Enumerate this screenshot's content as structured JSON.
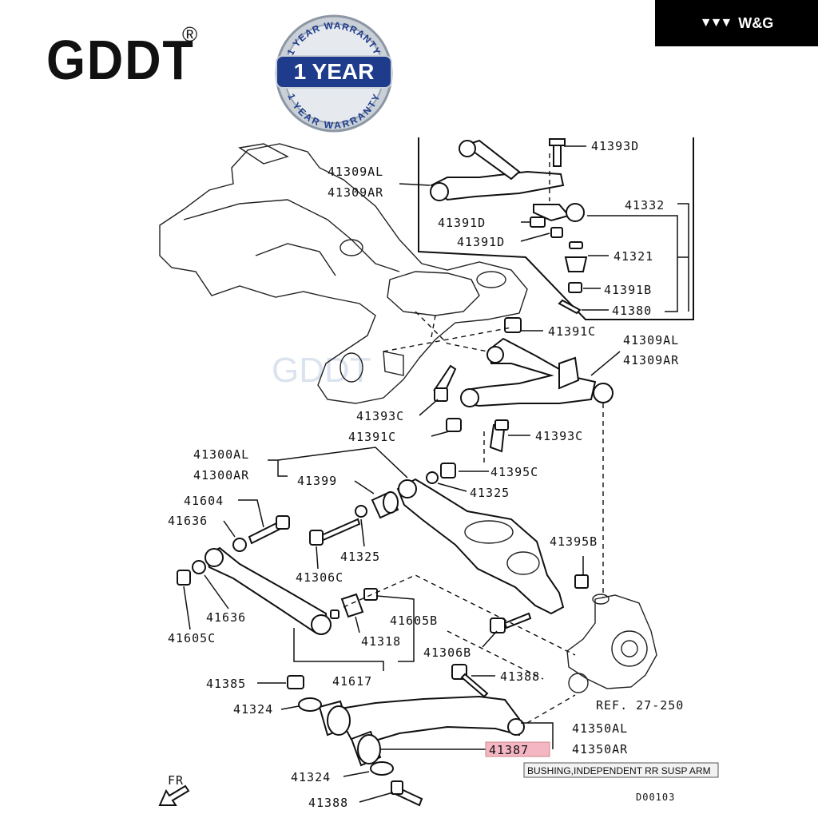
{
  "header": {
    "brand": "GDDT",
    "registered": "®",
    "warranty_top": "1 YEAR WARRANTY",
    "warranty_center": "1 YEAR",
    "warranty_bottom": "1 YEAR WARRANTY",
    "corner_logo": "W&G"
  },
  "watermark": "GDDT",
  "labels": {
    "l41393D": "41393D",
    "l41309AL_a": "41309AL",
    "l41309AR_a": "41309AR",
    "l41332": "41332",
    "l41391D_a": "41391D",
    "l41391D_b": "41391D",
    "l41321": "41321",
    "l41391B": "41391B",
    "l41380": "41380",
    "l41391C_a": "41391C",
    "l41309AL_b": "41309AL",
    "l41309AR_b": "41309AR",
    "l41393C_a": "41393C",
    "l41391C_b": "41391C",
    "l41393C_b": "41393C",
    "l41300AL": "41300AL",
    "l41300AR": "41300AR",
    "l41399": "41399",
    "l41395C": "41395C",
    "l41325_a": "41325",
    "l41604": "41604",
    "l41636_a": "41636",
    "l41325_b": "41325",
    "l41306C": "41306C",
    "l41395B": "41395B",
    "l41636_b": "41636",
    "l41605C": "41605C",
    "l41605B": "41605B",
    "l41318": "41318",
    "l41306B": "41306B",
    "l41617": "41617",
    "l41388_a": "41388",
    "l41385": "41385",
    "ref": "REF. 27-250",
    "l41324_a": "41324",
    "l41350AL": "41350AL",
    "l41350AR": "41350AR",
    "l41387": "41387",
    "l41324_b": "41324",
    "l41388_b": "41388",
    "fr": "FR",
    "code": "D00103"
  },
  "callout": "BUSHING,INDEPENDENT RR SUSP ARM",
  "colors": {
    "highlight": "#f4b6c2",
    "callout_bg": "#f2f2f2",
    "seal_ring": "#b9c2cc",
    "seal_center": "#1f3c8c"
  }
}
